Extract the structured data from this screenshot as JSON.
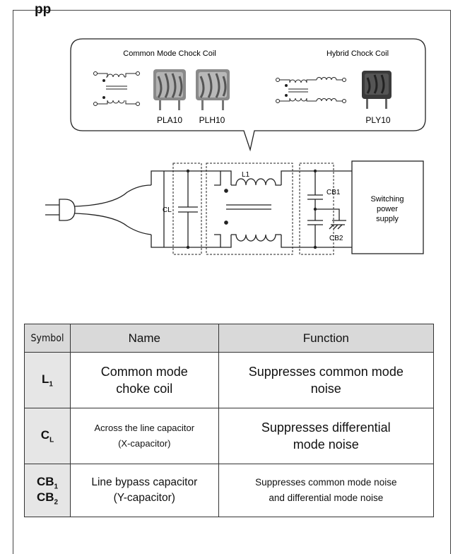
{
  "heading_fragment": "pp",
  "callout": {
    "common_mode_title": "Common Mode Chock Coil",
    "hybrid_title": "Hybrid Chock Coil",
    "parts": [
      "PLA10",
      "PLH10",
      "PLY10"
    ]
  },
  "circuit": {
    "l1_label": "L1",
    "cl_label": "CL",
    "cb1_label": "CB1",
    "cb2_label": "CB2",
    "supply_lines": [
      "Switching",
      "power",
      "supply"
    ]
  },
  "table": {
    "headers": [
      "Symbol",
      "Name",
      "Function"
    ],
    "rows": [
      {
        "symbol_main": "L",
        "symbol_sub": "1",
        "name": [
          "Common mode",
          "choke coil"
        ],
        "function": [
          "Suppresses common mode",
          "noise"
        ]
      },
      {
        "symbol_main": "C",
        "symbol_sub": "L",
        "name": [
          "Across the line capacitor",
          "(X-capacitor)"
        ],
        "function": [
          "Suppresses differential",
          "mode noise"
        ]
      },
      {
        "symbol_main": "CB",
        "symbol_sub": "1",
        "symbol2_main": "CB",
        "symbol2_sub": "2",
        "name": [
          "Line bypass capacitor",
          "(Y-capacitor)"
        ],
        "function": [
          "Suppresses common mode noise",
          "and differential mode noise"
        ]
      }
    ]
  }
}
